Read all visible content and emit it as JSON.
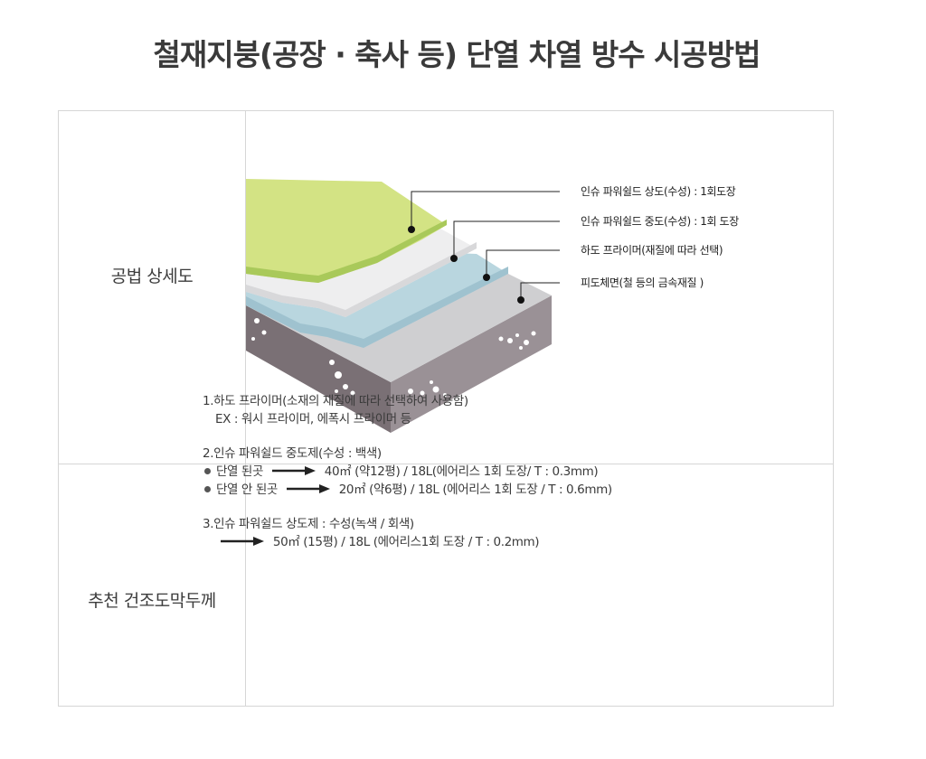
{
  "title": "철재지붕(공장 · 축사 등) 단열 차열 방수 시공방법",
  "table": {
    "row1_label": "공법 상세도",
    "row2_label": "추천 건조도막두께"
  },
  "diagram": {
    "layers": [
      {
        "label": "인슈 파워쉴드 상도(수성) : 1회도장",
        "color": "#cfe07f"
      },
      {
        "label": "인슈 파워쉴드 중도(수성) : 1회 도장",
        "color": "#eeeeee"
      },
      {
        "label": "하도 프라이머(재질에 따라 선택)",
        "color": "#b9d6df"
      },
      {
        "label": "피도체면(철 등의 금속재질 )",
        "color": "#8a8287"
      }
    ]
  },
  "instructions": {
    "s1_title": "1.하도 프라이머(소재의 재질에 따라 선택하여 사용함)",
    "s1_ex": "EX : 워시 프라이머, 에폭시 프라이머 등",
    "s2_title": "2.인슈 파워쉴드 중도제(수성 : 백색)",
    "s2_b1_label": "단열 된곳",
    "s2_b1_value": "40㎡ (약12평) / 18L(에어리스 1회 도장/ T : 0.3mm)",
    "s2_b2_label": "단열 안 된곳",
    "s2_b2_value": "20㎡ (약6평) / 18L (에어리스 1회 도장 / T : 0.6mm)",
    "s3_title": "3.인슈 파워쉴드 상도제 : 수성(녹색 / 회색)",
    "s3_value": "50㎡ (15평) / 18L (에어리스1회  도장 / T : 0.2mm)"
  }
}
